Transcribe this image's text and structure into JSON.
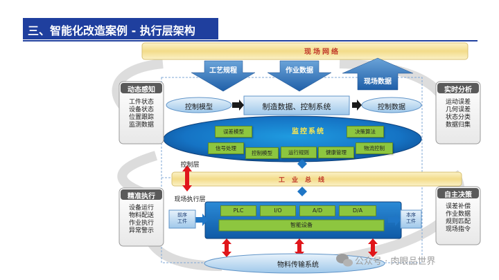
{
  "title": "三、智能化改造案例 - 执行层架构",
  "top_band": "现场网络",
  "bus_band": "工业总线",
  "conveyor": "物料传输系统",
  "arrows_down": [
    "工艺规程",
    "作业数据"
  ],
  "arrow_up": "现场数据",
  "control_model_left": "控制模型",
  "center_box": "制造数据、控制系统",
  "control_data_right": "控制数据",
  "monitor_system": "监控系统",
  "monitor_modules": [
    "误差模型",
    "决策算法",
    "信号处理",
    "控制模型",
    "运行规则",
    "健康管理",
    "物流控制"
  ],
  "control_layer": "控制层",
  "field_layer": "现场执行层",
  "pre_process": "前序\n工件",
  "post_process": "本序\n工件",
  "io_cells": [
    "PLC",
    "I/O",
    "A/D",
    "D/A"
  ],
  "smart_device": "智能设备",
  "panels": {
    "dynamic_sense": {
      "title": "动态感知",
      "lines": [
        "工件状态",
        "设备状态",
        "位置跟踪",
        "监测数据"
      ]
    },
    "realtime_analysis": {
      "title": "实时分析",
      "lines": [
        "运动误差",
        "几何误差",
        "状态分类",
        "数据归集"
      ]
    },
    "precise_exec": {
      "title": "精准执行",
      "lines": [
        "设备运行",
        "物料配送",
        "作业执行",
        "异常警示"
      ]
    },
    "auto_decision": {
      "title": "自主决策",
      "lines": [
        "误差补偿",
        "作业数据",
        "规则匹配",
        "现场指令"
      ]
    }
  },
  "watermark": "公众号 · 肉眼品世界",
  "colors": {
    "title_bg": "#1f3f9e",
    "band": "#f5e3a0",
    "green": "#8dc63f",
    "blue": "#1f76c6",
    "arrow_red": "#e0161b",
    "panel_title": "#555555"
  }
}
